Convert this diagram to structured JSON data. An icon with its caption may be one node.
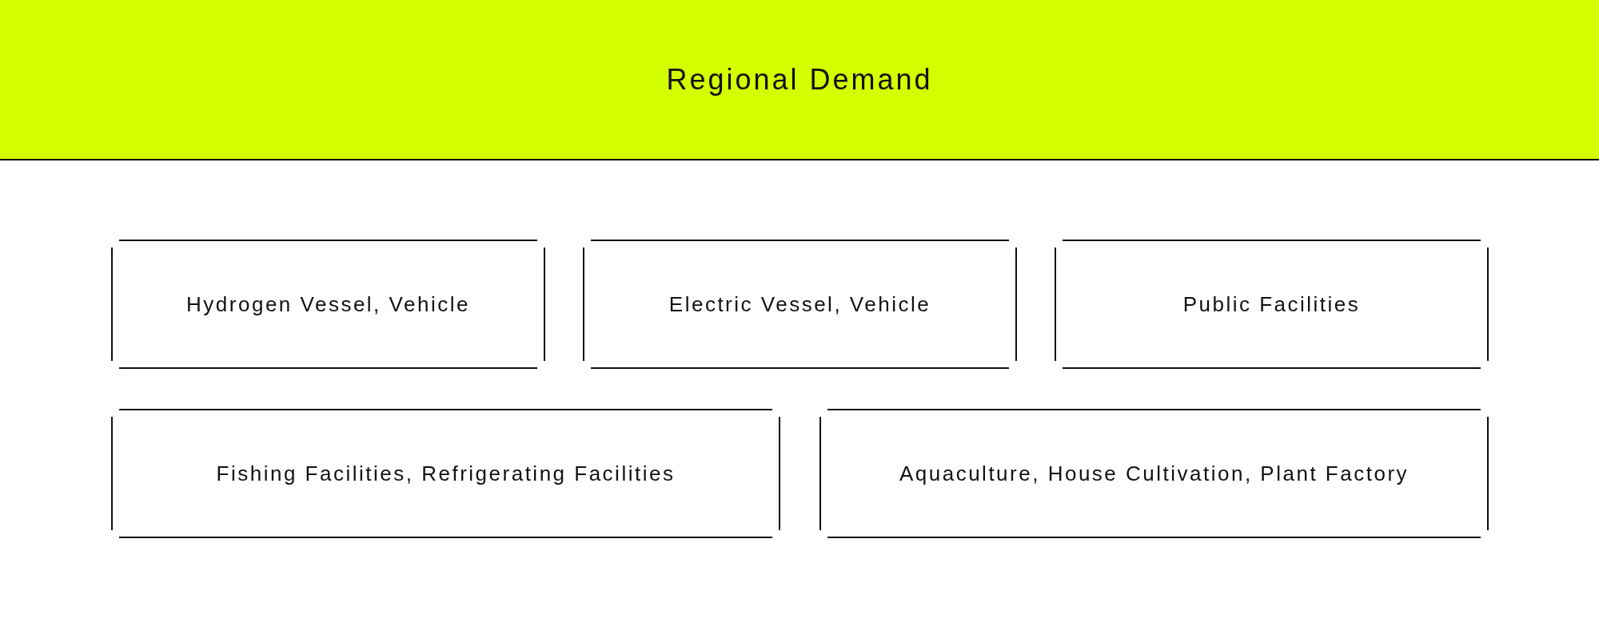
{
  "diagram": {
    "nodes": [
      {
        "text": [
          "Regional Demand"
        ]
      },
      {
        "text": [
          "Hydrogen Vessel, Vehicle"
        ]
      },
      {
        "text": [
          "Electric Vessel, Vehicle"
        ]
      },
      {
        "text": [
          "Public Facilities"
        ]
      },
      {
        "text": [
          "Fishing Facilities, Refrigerating Facilities"
        ]
      },
      {
        "text": [
          "Aquaculture, House Cultivation, Plant Factory"
        ]
      }
    ],
    "edges": []
  }
}
